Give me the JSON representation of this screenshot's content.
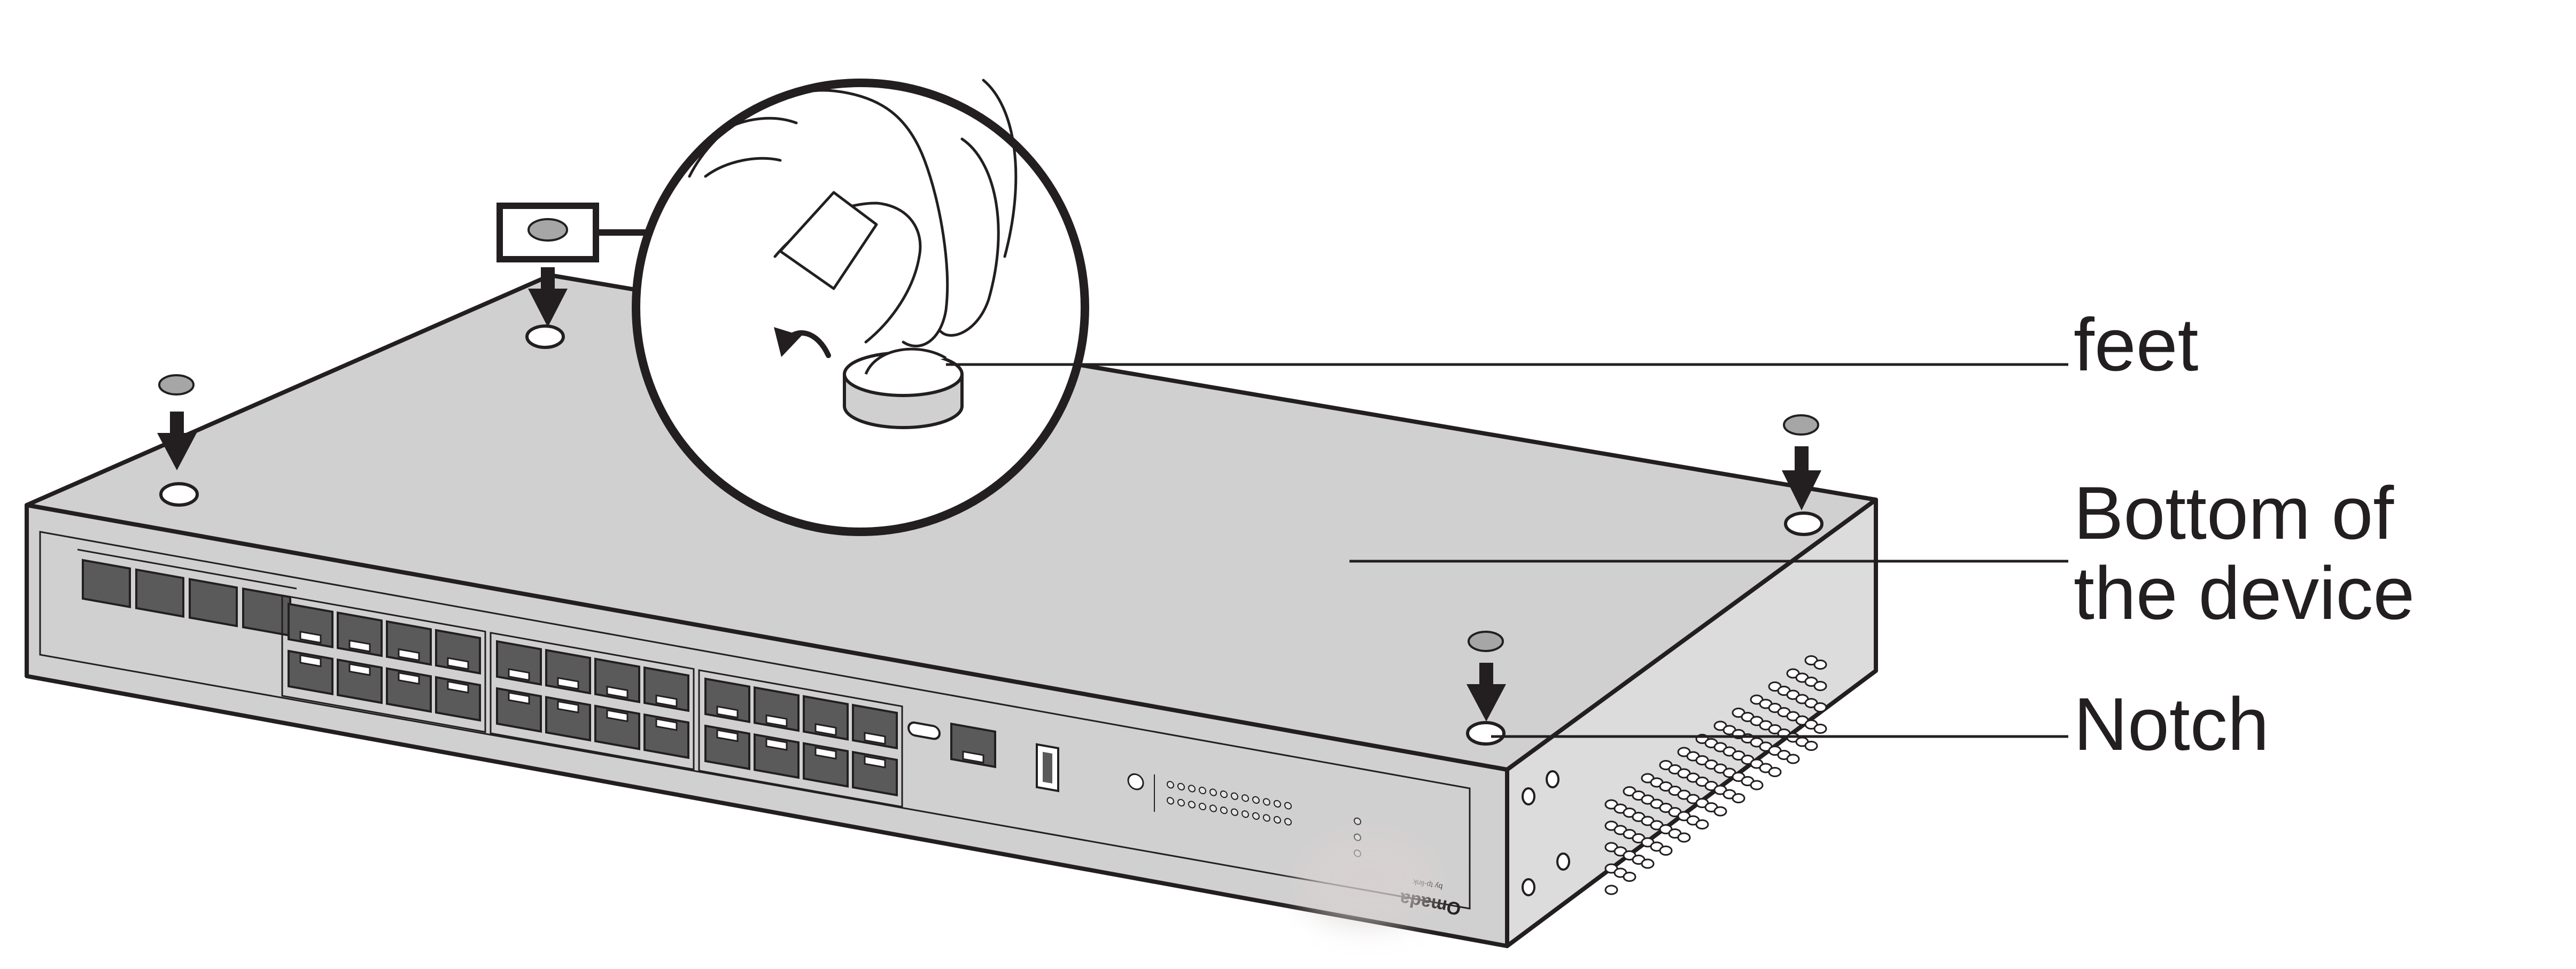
{
  "labels": {
    "feet": "feet",
    "bottom_line1": "Bottom of",
    "bottom_line2": "the device",
    "notch": "Notch"
  },
  "device": {
    "brand": "Omada",
    "brand_sub": "by tp-link"
  },
  "colors": {
    "outline": "#231f20",
    "body_fill": "#d0d0d0",
    "side_fill": "#dcdcdc",
    "port_fill": "#5a5a5a",
    "feet_fill": "#a6a6a6",
    "background": "#ffffff"
  },
  "icons": [
    "down-arrow-icon",
    "curved-arrow-icon",
    "rubber-foot-icon",
    "hand-icon"
  ]
}
